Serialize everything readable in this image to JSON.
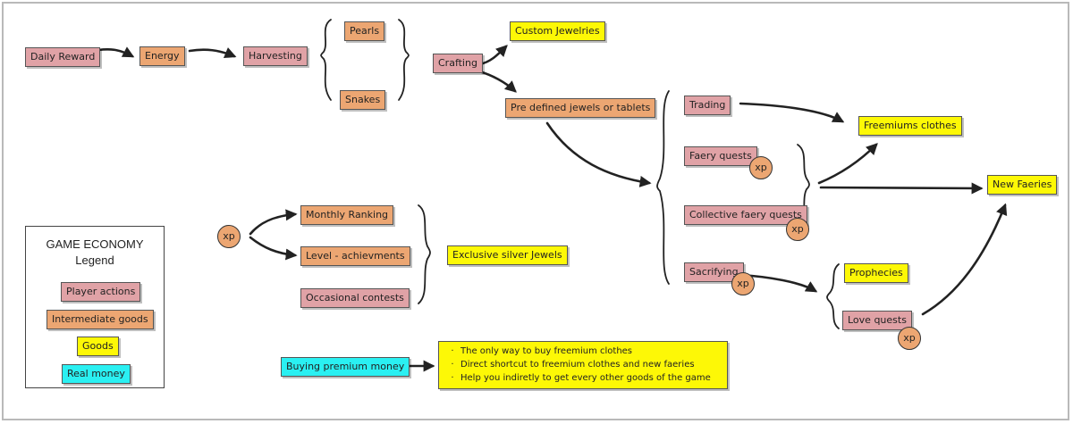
{
  "nodes": {
    "daily_reward": "Daily Reward",
    "energy": "Energy",
    "harvesting": "Harvesting",
    "pearls": "Pearls",
    "snakes": "Snakes",
    "crafting": "Crafting",
    "custom_jewelries": "Custom Jewelries",
    "pre_defined": "Pre defined jewels or tablets",
    "trading": "Trading",
    "freemium_clothes": "Freemiums clothes",
    "faery_quests": "Faery quests",
    "collective_faery_quests": "Collective faery quests",
    "new_faeries": "New Faeries",
    "sacrifying": "Sacrifying",
    "prophecies": "Prophecies",
    "love_quests": "Love quests",
    "monthly_ranking": "Monthly Ranking",
    "level_achievements": "Level - achievments",
    "occasional_contests": "Occasional contests",
    "exclusive_silver": "Exclusive silver Jewels",
    "buying_premium": "Buying premium money",
    "xp": "xp"
  },
  "premium_benefits": [
    "The only way to buy freemium clothes",
    "Direct shortcut to freemium clothes and new faeries",
    "Help you indiretly to get every other goods of the game"
  ],
  "legend": {
    "title_line1": "GAME ECONOMY",
    "title_line2": "Legend",
    "items": [
      {
        "label": "Player actions",
        "color": "#e0a2a6"
      },
      {
        "label": "Intermediate goods",
        "color": "#eca672"
      },
      {
        "label": "Goods",
        "color": "#fdf806"
      },
      {
        "label": "Real money",
        "color": "#2af0f2"
      }
    ]
  }
}
